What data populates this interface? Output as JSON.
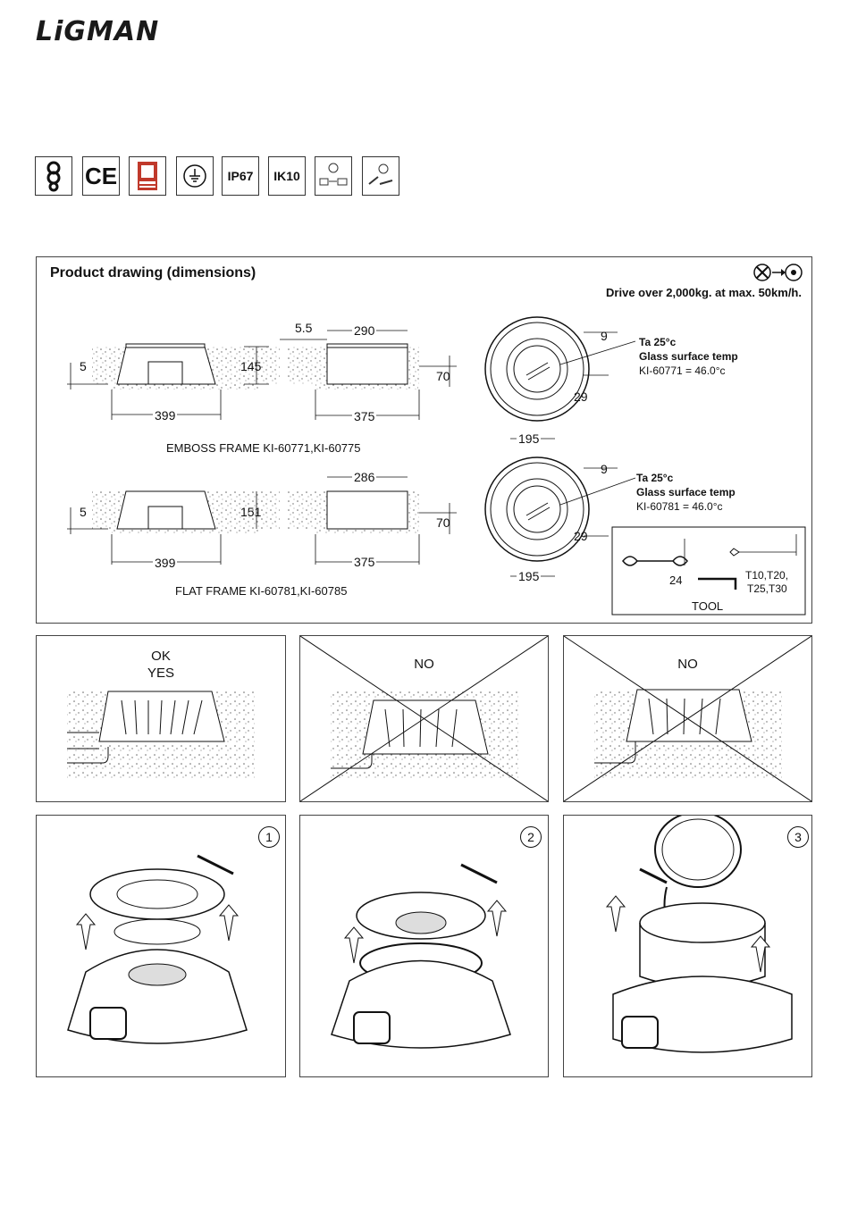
{
  "brand": "LiGMAN",
  "certifications": [
    "CE",
    "IP67",
    "IK10"
  ],
  "product_drawing": {
    "title": "Product drawing (dimensions)",
    "drive_over": "Drive over 2,000kg. at max. 50km/h.",
    "emboss": {
      "caption": "EMBOSS FRAME KI-60771,KI-60775",
      "dims": {
        "d5": "5",
        "h145": "145",
        "w399": "399",
        "d5_5": "5.5",
        "w290": "290",
        "h70": "70",
        "w375": "375"
      },
      "top_dims": {
        "d9": "9",
        "d29": "29",
        "d195": "195"
      },
      "temp": {
        "ta": "Ta 25°c",
        "glass": "Glass surface temp",
        "value": "KI-60771 = 46.0°c"
      }
    },
    "flat": {
      "caption": "FLAT FRAME KI-60781,KI-60785",
      "dims": {
        "d5": "5",
        "h151": "151",
        "w399": "399",
        "w286": "286",
        "h70": "70",
        "w375": "375"
      },
      "top_dims": {
        "d9": "9",
        "d29": "29",
        "d195": "195"
      },
      "temp": {
        "ta": "Ta 25°c",
        "glass": "Glass surface temp",
        "value": "KI-60781 = 46.0°c"
      }
    },
    "tool": {
      "label": "TOOL",
      "wrench": "24",
      "torx1": "T10,T20,",
      "torx2": "T25,T30"
    }
  },
  "install_panels": [
    {
      "label1": "OK",
      "label2": "YES"
    },
    {
      "label1": "NO"
    },
    {
      "label1": "NO"
    }
  ],
  "steps": [
    "1",
    "2",
    "3"
  ]
}
